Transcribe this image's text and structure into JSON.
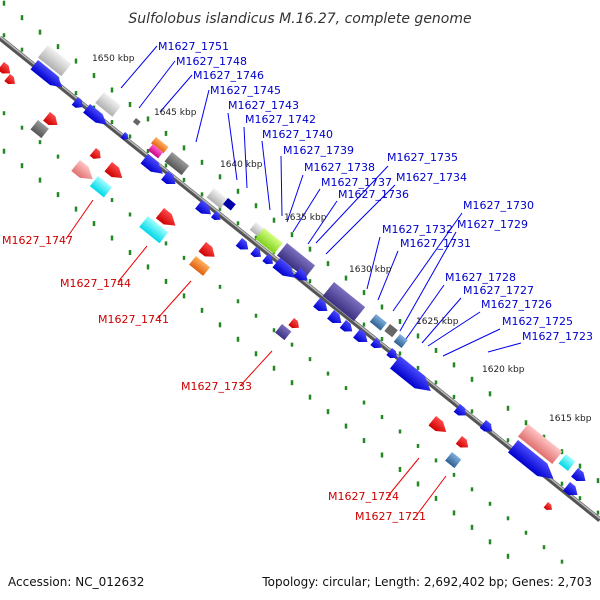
{
  "title": "Sulfolobus islandicus M.16.27, complete genome",
  "footer": {
    "accession": "Accession: NC_012632",
    "topology": "Topology: circular; Length: 2,692,402 bp; Genes: 2,703"
  },
  "colors": {
    "forward_gene": "#0000ee",
    "reverse_gene": "#ee0000",
    "blue_label": "#0000cc",
    "red_label": "#cc0000",
    "tick": "#228822",
    "axis": "#777777"
  },
  "kbp_ticks": [
    "1650 kbp",
    "1645 kbp",
    "1640 kbp",
    "1635 kbp",
    "1630 kbp",
    "1625 kbp",
    "1620 kbp",
    "1615 kbp"
  ],
  "blue_labels": [
    "M1627_1751",
    "M1627_1748",
    "M1627_1746",
    "M1627_1745",
    "M1627_1743",
    "M1627_1742",
    "M1627_1740",
    "M1627_1739",
    "M1627_1738",
    "M1627_1737",
    "M1627_1736",
    "M1627_1735",
    "M1627_1734",
    "M1627_1732",
    "M1627_1731",
    "M1627_1730",
    "M1627_1729",
    "M1627_1728",
    "M1627_1727",
    "M1627_1726",
    "M1627_1725",
    "M1627_1723"
  ],
  "red_labels": [
    "M1627_1747",
    "M1627_1744",
    "M1627_1741",
    "M1627_1733",
    "M1627_1724",
    "M1627_1721"
  ]
}
